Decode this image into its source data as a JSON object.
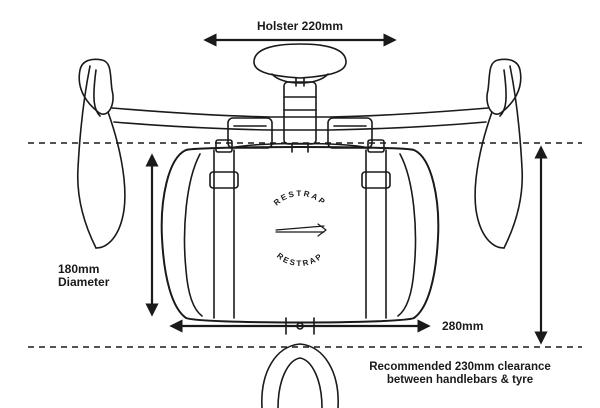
{
  "labels": {
    "holster": "Holster 220mm",
    "diameter_line1": "180mm",
    "diameter_line2": "Diameter",
    "width": "280mm",
    "clearance_line1": "Recommended 230mm clearance",
    "clearance_line2": "between handlebars & tyre"
  },
  "logo": {
    "top_text": "RESTRAP",
    "bottom_text": "RESTRAP"
  },
  "colors": {
    "ink": "#1a1a1a",
    "background": "#ffffff"
  }
}
